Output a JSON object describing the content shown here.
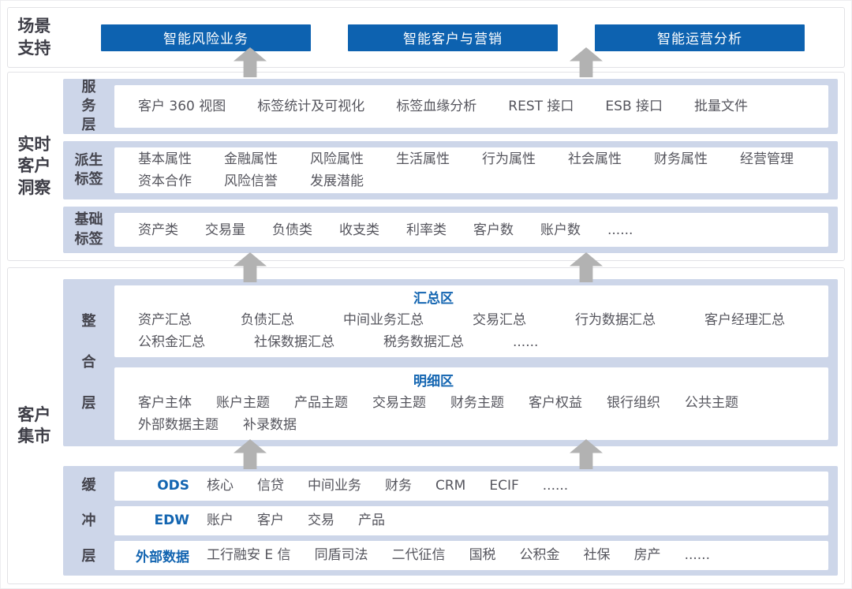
{
  "colors": {
    "button_blue": "#0d62b0",
    "title_blue": "#1365b1",
    "block_lavender": "#cdd6e9",
    "item_text": "#55555d",
    "label_text": "#3e3e47",
    "arrow_gray": "#b2b2b2"
  },
  "scenario": {
    "label": "场景支持",
    "buttons": [
      "智能风险业务",
      "智能客户与营销",
      "智能运营分析"
    ]
  },
  "insight": {
    "label": "实时客户洞察",
    "rows": [
      {
        "label": "服务层",
        "lines": [
          [
            "客户 360 视图",
            "标签统计及可视化",
            "标签血缘分析",
            "REST 接口",
            "ESB 接口",
            "批量文件"
          ]
        ]
      },
      {
        "label": "派生标签",
        "lines": [
          [
            "基本属性",
            "金融属性",
            "风险属性",
            "生活属性",
            "行为属性",
            "社会属性",
            "财务属性",
            "经营管理"
          ],
          [
            "资本合作",
            "风险信誉",
            "发展潜能"
          ]
        ]
      },
      {
        "label": "基础标签",
        "lines": [
          [
            "资产类",
            "交易量",
            "负债类",
            "收支类",
            "利率类",
            "客户数",
            "账户数",
            "......"
          ]
        ]
      }
    ]
  },
  "mart": {
    "label": "客户集市",
    "integration": {
      "label": "整合层",
      "zones": [
        {
          "title": "汇总区",
          "lines": [
            [
              "资产汇总",
              "负债汇总",
              "中间业务汇总",
              "交易汇总",
              "行为数据汇总",
              "客户经理汇总"
            ],
            [
              "公积金汇总",
              "社保数据汇总",
              "税务数据汇总",
              "......"
            ]
          ]
        },
        {
          "title": "明细区",
          "lines": [
            [
              "客户主体",
              "账户主题",
              "产品主题",
              "交易主题",
              "财务主题",
              "客户权益",
              "银行组织",
              "公共主题"
            ],
            [
              "外部数据主题",
              "补录数据"
            ]
          ]
        }
      ]
    },
    "buffer": {
      "label": "缓冲层",
      "rows": [
        {
          "title": "ODS",
          "items": [
            "核心",
            "信贷",
            "中间业务",
            "财务",
            "CRM",
            "ECIF",
            "......"
          ]
        },
        {
          "title": "EDW",
          "items": [
            "账户",
            "客户",
            "交易",
            "产品"
          ]
        },
        {
          "title": "外部数据",
          "items": [
            "工行融安 E 信",
            "同盾司法",
            "二代征信",
            "国税",
            "公积金",
            "社保",
            "房产",
            "......"
          ]
        }
      ]
    }
  }
}
